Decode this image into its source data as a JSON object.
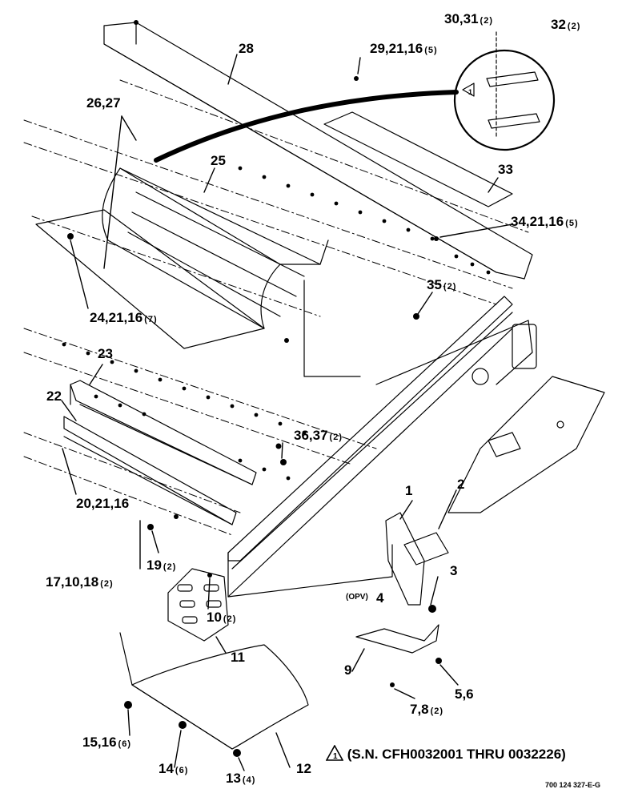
{
  "callouts": [
    {
      "id": "c1",
      "text": "30,31",
      "qty": "(2)"
    },
    {
      "id": "c2",
      "text": "32",
      "qty": "(2)"
    },
    {
      "id": "c3",
      "text": "28",
      "qty": ""
    },
    {
      "id": "c4",
      "text": "29,21,16",
      "qty": "(5)"
    },
    {
      "id": "c5",
      "text": "26,27",
      "qty": ""
    },
    {
      "id": "c6",
      "text": "25",
      "qty": ""
    },
    {
      "id": "c7",
      "text": "33",
      "qty": ""
    },
    {
      "id": "c8",
      "text": "34,21,16",
      "qty": "(5)"
    },
    {
      "id": "c9",
      "text": "35",
      "qty": "(2)"
    },
    {
      "id": "c10",
      "text": "24,21,16",
      "qty": "(7)"
    },
    {
      "id": "c11",
      "text": "23",
      "qty": ""
    },
    {
      "id": "c12",
      "text": "22",
      "qty": ""
    },
    {
      "id": "c13",
      "text": "36,37",
      "qty": "(2)"
    },
    {
      "id": "c14",
      "text": "20,21,16",
      "qty": ""
    },
    {
      "id": "c15",
      "text": "1",
      "qty": ""
    },
    {
      "id": "c16",
      "text": "2",
      "qty": ""
    },
    {
      "id": "c17",
      "text": "19",
      "qty": "(2)"
    },
    {
      "id": "c18",
      "text": "17,10,18",
      "qty": "(2)"
    },
    {
      "id": "c19",
      "text": "3",
      "qty": ""
    },
    {
      "id": "c20",
      "text": "4",
      "qty": ""
    },
    {
      "id": "c21",
      "text": "10",
      "qty": "(2)"
    },
    {
      "id": "c22",
      "text": "11",
      "qty": ""
    },
    {
      "id": "c23",
      "text": "9",
      "qty": ""
    },
    {
      "id": "c24",
      "text": "5,6",
      "qty": ""
    },
    {
      "id": "c25",
      "text": "7,8",
      "qty": "(2)"
    },
    {
      "id": "c26",
      "text": "15,16",
      "qty": "(6)"
    },
    {
      "id": "c27",
      "text": "14",
      "qty": "(6)"
    },
    {
      "id": "c28",
      "text": "13",
      "qty": "(4)"
    },
    {
      "id": "c29",
      "text": "12",
      "qty": ""
    }
  ],
  "opv_label": "(OPV)",
  "note_symbol": "1",
  "note_text": "(S.N. CFH0032001 THRU 0032226)",
  "figure_id": "700 124 327-E-G"
}
